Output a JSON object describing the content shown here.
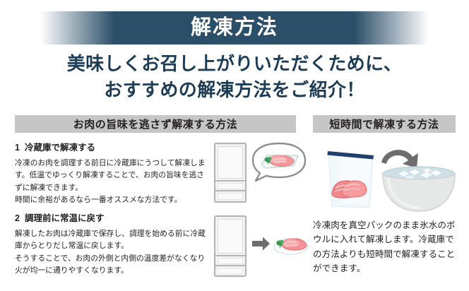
{
  "banner": {
    "title": "解凍方法",
    "bg_color": "#2c4f69"
  },
  "subtitle": {
    "color": "#1d3c55",
    "lines": [
      "美味しくお召し上がりいただくために、",
      "おすすめの解凍方法をご紹介！"
    ]
  },
  "sections": {
    "bar_bg_color": "#c6c6c6",
    "left": {
      "heading": "お肉の旨味を逃さず解凍する方法",
      "steps": [
        {
          "number": "1",
          "title": "冷蔵庫で解凍する",
          "paragraphs": [
            "冷凍のお肉を調理する前日に冷蔵庫にうつして解凍します。低温でゆっくり解凍することで、お肉の旨味を逃さずに解凍できます。",
            "時間に余裕があるなら一番オススメな方法です。"
          ]
        },
        {
          "number": "2",
          "title": "調理前に常温に戻す",
          "paragraphs": [
            "解凍したお肉は冷蔵庫で保存し、調理を始める前に冷蔵庫からとりだし常温に戻します。",
            "そうすることで、お肉の外側と内側の温度差がなくなり火が均一に通りやすくなります。"
          ]
        }
      ]
    },
    "right": {
      "heading": "短時間で解凍する方法",
      "paragraphs": [
        "冷凍肉を真空パックのまま氷水のボウルに入れて解凍します。冷蔵庫での方法よりも短時間で解凍することができます。"
      ]
    }
  },
  "illustrations": {
    "fridge_speech": {
      "name": "refrigerator-with-speech-bubble",
      "fridge_outline_color": "#b3b3b3",
      "fridge_fill_color": "#f2f2f2",
      "bubble_outline_color": "#8c8c8c",
      "meat_color": "#f08f92",
      "tray_color": "#e8f1ef",
      "garnish_color": "#3f9a5a"
    },
    "fridge_arrow_plate": {
      "name": "refrigerator-arrow-meat-plate",
      "arrow_color": "#6d6d6d",
      "plate_color": "#fdfdfd",
      "plate_outline_color": "#d8e6df",
      "meat_color": "#f4888b",
      "garnish_color": "#3f9a5a"
    },
    "bag_bowl": {
      "name": "vacuum-bag-arrow-ice-water-bowl",
      "bag_seal_color": "#1f3f6e",
      "bag_fill_color": "#eef6fb",
      "arrow_color": "#6d6d6d",
      "bowl_color": "#e4e5e5",
      "water_color": "#cfdfe6",
      "ice_color": "#f2fbff",
      "meat_color": "#ef8d90"
    }
  }
}
